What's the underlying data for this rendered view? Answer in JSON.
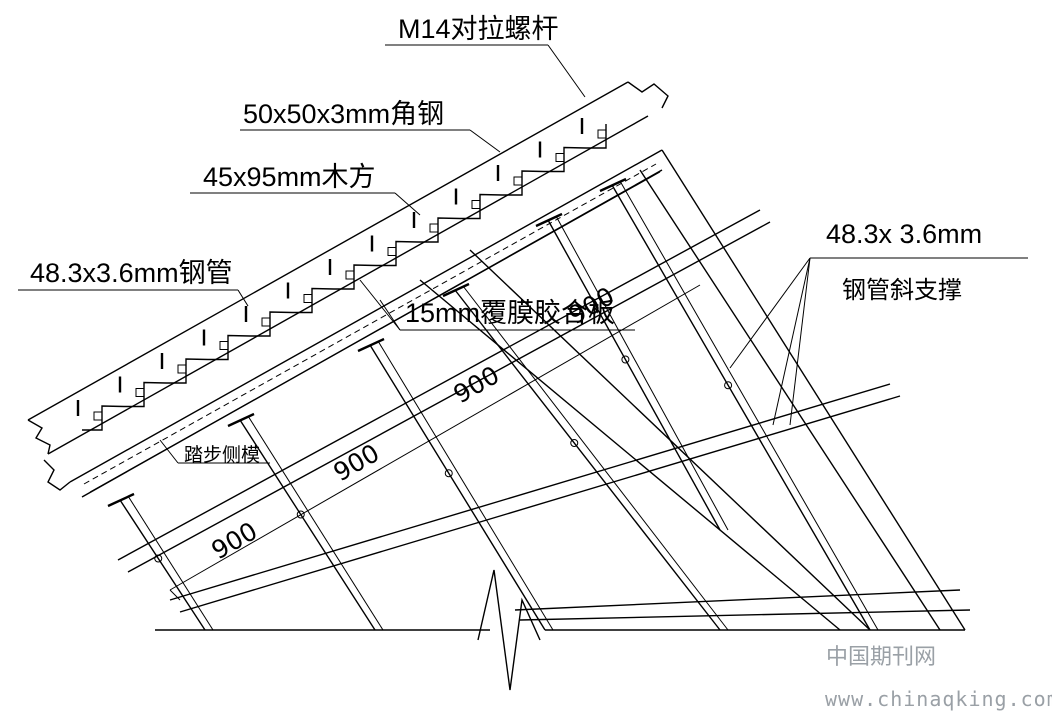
{
  "labels": {
    "tie_rod": "M14对拉螺杆",
    "angle_steel": "50x50x3mm角钢",
    "timber": "45x95mm木方",
    "steel_pipe": "48.3x3.6mm钢管",
    "plywood": "15mm覆膜胶合板",
    "tread_side_form": "踏步侧模",
    "diag_pipe_size": "48.3x 3.6mm",
    "diag_pipe_name": "钢管斜支撑"
  },
  "dimensions": {
    "spacing_1": "900",
    "spacing_2": "900",
    "spacing_3": "900",
    "spacing_4": "900"
  },
  "watermark": {
    "site_name": "中国期刊网",
    "site_url": "www.chinaqking.com"
  }
}
